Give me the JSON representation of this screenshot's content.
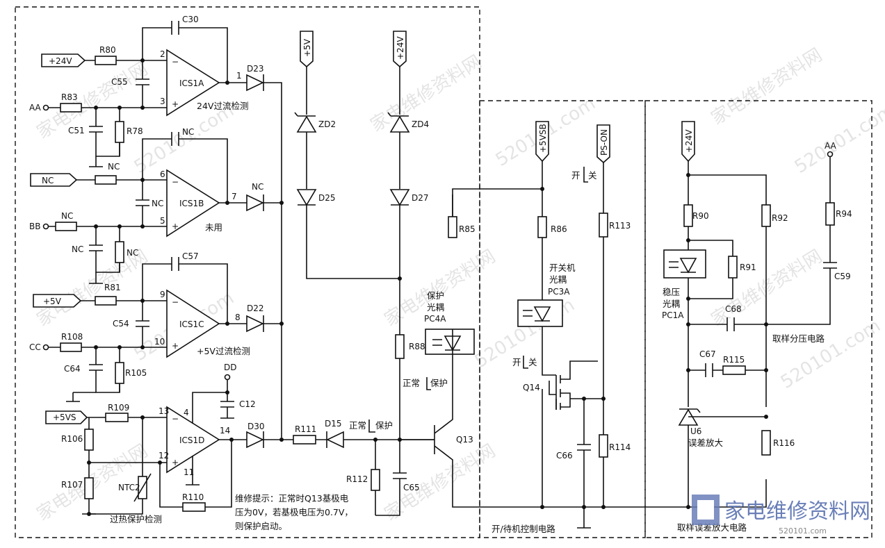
{
  "ports": {
    "p24v": "+24V",
    "aa": "AA",
    "nc": "NC",
    "bb": "BB",
    "p5v": "+5V",
    "cc": "CC",
    "p5vs": "+5VS",
    "dd": "DD",
    "rail5v": "+5V",
    "rail24v": "+24V",
    "p5vsb": "+5VSB",
    "pson": "PS-ON",
    "rail24v_r": "+24V",
    "aa_r": "AA"
  },
  "chips": {
    "a": "ICS1A",
    "b": "ICS1B",
    "c": "ICS1C",
    "d": "ICS1D",
    "a_pin_neg": "2",
    "a_pin_pos": "3",
    "a_pin_out": "1",
    "b_pin_neg": "6",
    "b_pin_pos": "5",
    "b_pin_out": "7",
    "c_pin_neg": "9",
    "c_pin_pos": "10",
    "c_pin_out": "8",
    "d_pin_neg": "13",
    "d_pin_pos": "12",
    "d_pin_out": "14",
    "d_pin_top": "4",
    "d_pin_bot": "11"
  },
  "labels": {
    "c30": "C30",
    "r80": "R80",
    "c55": "C55",
    "r83": "R83",
    "c51": "C51",
    "r78": "R78",
    "nc_c51": "NC",
    "nc_b_cap": "NC",
    "nc_b_in": "NC",
    "nc_c_b": "NC",
    "nc_r_b": "NC",
    "nc_cap_v": "NC",
    "nc_r_v": "NC",
    "nc_diode": "NC",
    "c57": "C57",
    "r81": "R81",
    "c54": "C54",
    "r108": "R108",
    "c64": "C64",
    "r105": "R105",
    "c12": "C12",
    "r109": "R109",
    "r106": "R106",
    "r107": "R107",
    "ntc2": "NTC2",
    "r110": "R110",
    "d23": "D23",
    "d22": "D22",
    "d30": "D30",
    "r111": "R111",
    "d15": "D15",
    "zd2": "ZD2",
    "d25": "D25",
    "zd4": "ZD4",
    "d27": "D27",
    "r85": "R85",
    "r88": "R88",
    "r112": "R112",
    "c65": "C65",
    "q13": "Q13",
    "r86": "R86",
    "r113": "R113",
    "q14": "Q14",
    "c66": "C66",
    "r114": "R114",
    "r90": "R90",
    "r92": "R92",
    "r94": "R94",
    "r91": "R91",
    "c59": "C59",
    "c68": "C68",
    "c67": "C67",
    "r115": "R115",
    "u6": "U6",
    "r116": "R116"
  },
  "notes": {
    "oc24": "24V过流检测",
    "unused": "未用",
    "oc5": "+5V过流检测",
    "overheat": "过热保护检测",
    "normal1": "正常",
    "protect1": "保护",
    "normal2": "正常",
    "protect2": "保护",
    "opto_prot_1": "保护",
    "opto_prot_2": "光耦",
    "opto_prot_3": "PC4A",
    "opto_sw_1": "开关机",
    "opto_sw_2": "光耦",
    "opto_sw_3": "PC3A",
    "sw1": "开",
    "sw1b": "关",
    "sw2": "开",
    "sw2b": "关",
    "opto_reg_1": "稳压",
    "opto_reg_2": "光耦",
    "opto_reg_3": "PC1A",
    "sample_div": "取样分压电路",
    "err_amp": "误差放大",
    "tip_line1": "维修提示：正常时Q13基极电",
    "tip_line2": "压为0V，若基极电压为0.7V，",
    "tip_line3": "则保护启动。",
    "standby_ctrl": "开/待机控制电路",
    "sample_err": "取样误差放大电路"
  },
  "watermark": {
    "brand": "家电维修资料网",
    "domain": "520101.com",
    "footer_site": "家电维修资料网",
    "footer_domain": "520101.com"
  }
}
